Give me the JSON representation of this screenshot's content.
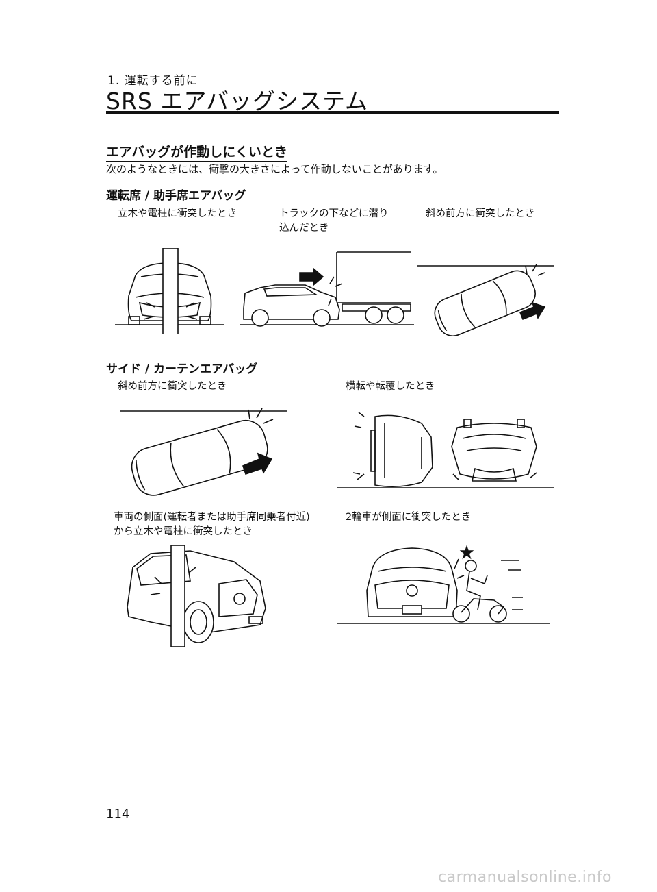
{
  "header": {
    "chapter": "1. 運転する前に",
    "title": "SRS エアバッグシステム"
  },
  "section": {
    "heading": "エアバッグが作動しにくいとき",
    "intro": "次のようなときには、衝撃の大きさによって作動しないことがあります。"
  },
  "driver_passenger": {
    "heading": "運転席 / 助手席エアバッグ",
    "captions": [
      "立木や電柱に衝突したとき",
      "トラックの下などに潜り\n込んだとき",
      "斜め前方に衝突したとき"
    ]
  },
  "side_curtain": {
    "heading": "サイド / カーテンエアバッグ",
    "captions": [
      "斜め前方に衝突したとき",
      "横転や転覆したとき",
      "車両の側面(運転者または助手席同乗者付近)\nから立木や電柱に衝突したとき",
      "2輪車が側面に衝突したとき"
    ]
  },
  "page_number": "114",
  "watermark": "carmanualsonline.info"
}
